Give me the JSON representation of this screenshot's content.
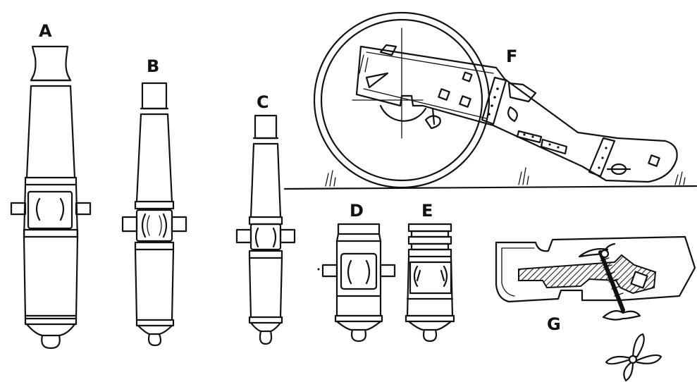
{
  "labels": {
    "a": "A",
    "b": "B",
    "c": "C",
    "d": "D",
    "e": "E",
    "f": "F",
    "g": "G"
  },
  "colors": {
    "ink": "#111111",
    "paper": "#ffffff"
  }
}
